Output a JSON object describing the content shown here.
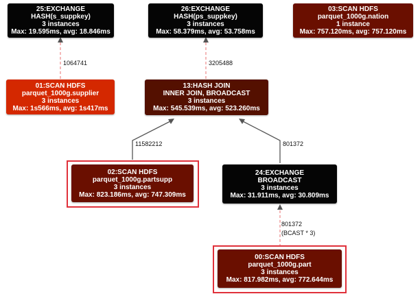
{
  "colors": {
    "exchange": "#050505",
    "scan_dark": "#6a0f00",
    "scan_bright": "#d42800",
    "join": "#541000",
    "highlight": "#e0303a",
    "solid_edge": "#555555",
    "dashed_edge": "#e87070"
  },
  "nodes": {
    "n25": {
      "line1": "25:EXCHANGE",
      "line2": "HASH(s_suppkey)",
      "line3": "3 instances",
      "line4": "Max: 19.595ms, avg: 18.846ms"
    },
    "n26": {
      "line1": "26:EXCHANGE",
      "line2": "HASH(ps_suppkey)",
      "line3": "3 instances",
      "line4": "Max: 58.379ms, avg: 53.758ms"
    },
    "n03": {
      "line1": "03:SCAN HDFS",
      "line2": "parquet_1000g.nation",
      "line3": "1 instance",
      "line4": "Max: 757.120ms, avg: 757.120ms"
    },
    "n01": {
      "line1": "01:SCAN HDFS",
      "line2": "parquet_1000g.supplier",
      "line3": "3 instances",
      "line4": "Max: 1s566ms, avg: 1s417ms"
    },
    "n13": {
      "line1": "13:HASH JOIN",
      "line2": "INNER JOIN, BROADCAST",
      "line3": "3 instances",
      "line4": "Max: 545.539ms, avg: 523.260ms"
    },
    "n02": {
      "line1": "02:SCAN HDFS",
      "line2": "parquet_1000g.partsupp",
      "line3": "3 instances",
      "line4": "Max: 823.186ms, avg: 747.309ms"
    },
    "n24": {
      "line1": "24:EXCHANGE",
      "line2": "BROADCAST",
      "line3": "3 instances",
      "line4": "Max: 31.911ms, avg: 30.809ms"
    },
    "n00": {
      "line1": "00:SCAN HDFS",
      "line2": "parquet_1000g.part",
      "line3": "3 instances",
      "line4": "Max: 817.982ms, avg: 772.644ms"
    }
  },
  "edges": {
    "e01_25": "1064741",
    "e13_26": "3205488",
    "e02_13": "11582212",
    "e24_13": "801372",
    "e00_24": "801372",
    "e00_24_note": "(BCAST * 3)"
  }
}
